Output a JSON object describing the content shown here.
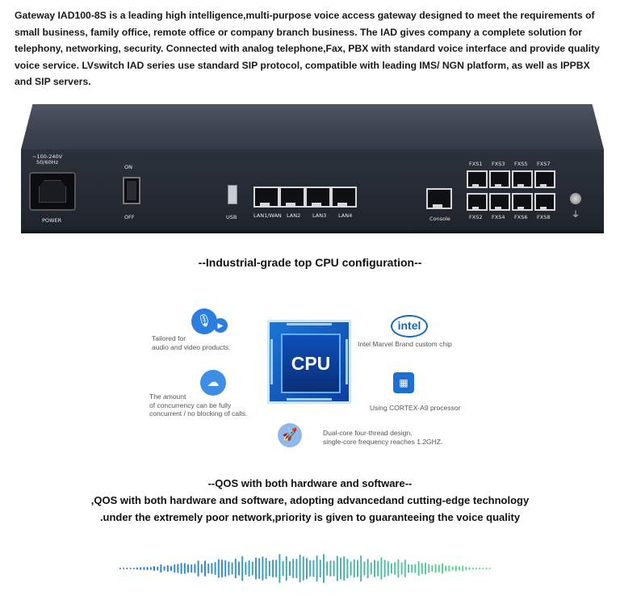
{
  "intro": {
    "text": "Gateway IAD100-8S  is a leading high intelligence,multi-purpose voice access gateway designed to meet the requirements of small business, family office, remote office or company branch business. The IAD gives company a complete solution for telephony, networking, security. Connected with analog telephone,Fax, PBX with standard voice interface and provide quality voice service. LVswitch IAD series use standard SIP protocol, compatible with leading IMS/ NGN platform, as well as IPPBX and SIP servers."
  },
  "device": {
    "power_spec": "~100-240V\n50/60Hz",
    "power_label": "POWER",
    "on_label": "ON",
    "off_label": "OFF",
    "usb_label": "USB",
    "lan_labels": [
      "LAN1/WAN",
      "LAN2",
      "LAN3",
      "LAN4"
    ],
    "console_label": "Console",
    "fxs_top": [
      "FXS1",
      "FXS3",
      "FXS5",
      "FXS7"
    ],
    "fxs_bottom": [
      "FXS2",
      "FXS4",
      "FXS6",
      "FXS8"
    ]
  },
  "cpu_section": {
    "title": "--Industrial-grade top CPU configuration--",
    "chip_label": "CPU",
    "intel_logo": "intel",
    "features": {
      "audio_video": "Tailored for\naudio and video products.",
      "intel": "Intel Marvel Brand custom chip",
      "concurrency": "The amount\nof concurrency can be fully\nconcurrent / no blocking of calls.",
      "cortex": "Using CORTEX-A9 processor",
      "dual_core": "Dual-core four-thread design,\nsingle-core frequency reaches 1.2GHZ."
    }
  },
  "qos_section": {
    "title": "--QOS with both hardware and software--",
    "line1": ",QOS with both hardware and software, adopting advancedand cutting-edge technology",
    "line2": ".under the extremely poor network,priority is given to guaranteeing the voice quality"
  },
  "colors": {
    "accent_blue": "#2b7de0",
    "device_dark": "#1f242c"
  }
}
